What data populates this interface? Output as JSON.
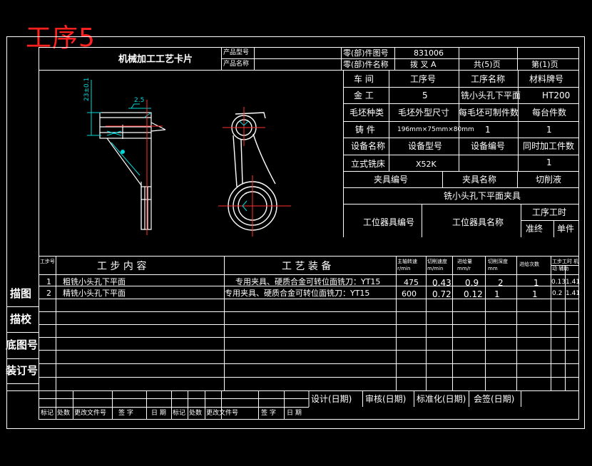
{
  "stamp": "工序5",
  "header": {
    "card_title": "机械加工工艺卡片",
    "product_model_label": "产品型号",
    "product_name_label": "产品名称",
    "part_drawing_label": "零(部)件图号",
    "part_drawing_value": "831006",
    "part_name_label": "零(部)件名称",
    "part_name_value": "拨 叉 A",
    "total_pages": "共(5)页",
    "page_no": "第(1)页"
  },
  "info": {
    "r1": [
      "车  间",
      "工序号",
      "工序名称",
      "材料牌号"
    ],
    "r2": [
      "金  工",
      "5",
      "铣小头孔下平面",
      "HT200"
    ],
    "r3": [
      "毛坯种类",
      "毛坯外型尺寸",
      "每毛坯可制件数",
      "每台件数"
    ],
    "r4": [
      "铸  件",
      "196mm×75mm×80mm",
      "1",
      "1"
    ],
    "r5": [
      "设备名称",
      "设备型号",
      "设备编号",
      "同时加工件数"
    ],
    "r6": [
      "立式铣床",
      "X52K",
      "",
      "1"
    ],
    "fixture_no_label": "夹具编号",
    "fixture_name_label": "夹具名称",
    "coolant_label": "切削液",
    "fixture_name_value": "铣小头孔下平面夹具",
    "station_tool_no_label": "工位器具编号",
    "station_tool_name_label": "工位器具名称",
    "time_label": "工序工时",
    "prep_label": "准终",
    "unit_label": "单件"
  },
  "drawing": {
    "dim_vertical": "23±0.1",
    "dim_roughness": "2.5"
  },
  "steps": {
    "headers": {
      "no": "工步号",
      "content": "工 步 内 容",
      "equipment": "工 艺 装 备",
      "speed": "主轴转速 r/min",
      "cut_speed": "切削速度 m/min",
      "feed": "进给量 mm/r",
      "depth": "切削深度 mm",
      "passes": "进给次数",
      "hours": "工步工时 机动 辅助"
    },
    "rows": [
      {
        "no": "1",
        "content": "粗铣小头孔下平面",
        "equipment": "专用夹具、硬质合金可转位面铣刀：YT15",
        "speed": "475",
        "cut_speed": "0.43",
        "feed": "0.9",
        "depth": "2",
        "passes": "1",
        "machine": "0.13",
        "aux": "1.41"
      },
      {
        "no": "2",
        "content": "精铣小头孔下平面",
        "equipment": "专用夹具、硬质合金可转位面铣刀：YT15",
        "speed": "600",
        "cut_speed": "0.72",
        "feed": "0.12",
        "depth": "1",
        "passes": "1",
        "machine": "0.2",
        "aux": "1.41"
      }
    ]
  },
  "side_labels": [
    "描图",
    "描校",
    "底图号",
    "装订号"
  ],
  "sign": {
    "design": "设计(日期)",
    "review": "审核(日期)",
    "standard": "标准化(日期)",
    "countersign": "会签(日期)",
    "bottom": [
      "标记",
      "处数",
      "更改文件号",
      "签  字",
      "日  期",
      "标记",
      "处数",
      "更改文件号",
      "签  字",
      "日  期"
    ]
  }
}
